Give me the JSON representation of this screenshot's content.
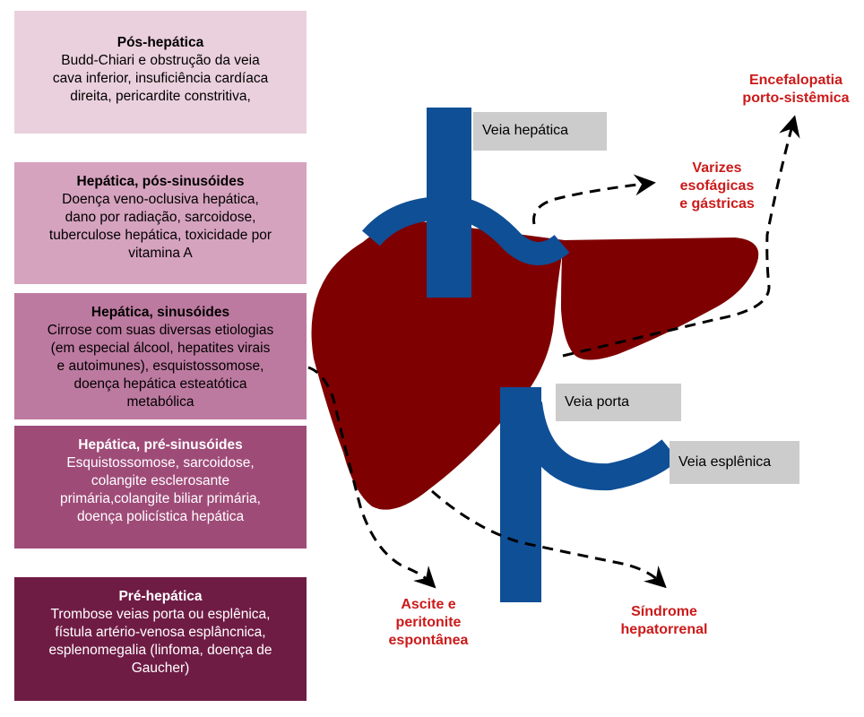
{
  "categories": [
    {
      "title": "Pós-hepática",
      "lines": [
        "Budd-Chiari e obstrução da veia",
        "cava inferior, insuficiência cardíaca",
        "direita, pericardite constritiva,"
      ]
    },
    {
      "title": "Hepática, pós-sinusóides",
      "lines": [
        "Doença veno-oclusiva hepática,",
        "dano por radiação, sarcoidose,",
        "tuberculose hepática, toxicidade por",
        "vitamina A"
      ]
    },
    {
      "title": "Hepática, sinusóides",
      "lines": [
        "Cirrose com suas diversas etiologias",
        "(em especial álcool, hepatites virais",
        "e autoimunes), esquistossomose,",
        "doença hepática esteatótica",
        "metabólica"
      ]
    },
    {
      "title": "Hepática, pré-sinusóides",
      "lines": [
        "Esquistossomose, sarcoidose,",
        "colangite esclerosante",
        "primária,colangite biliar primária,",
        "doença policística hepática"
      ]
    },
    {
      "title": "Pré-hepática",
      "lines": [
        "Trombose veias porta ou esplênica,",
        "fístula artério-venosa esplâncnica,",
        "esplenomegalia (linfoma, doença de",
        "Gaucher)"
      ]
    }
  ],
  "vessels": {
    "hepatic": "Veia hepática",
    "portal": "Veia porta",
    "splenic": "Veia esplênica"
  },
  "complications": {
    "encephalopathy": [
      "Encefalopatia",
      "porto-sistêmica"
    ],
    "varices": [
      "Varizes",
      "esofágicas",
      "e gástricas"
    ],
    "ascites": [
      "Ascite e",
      "peritonite",
      "espontânea"
    ],
    "hepatorenal": [
      "Síndrome",
      "hepatorrenal"
    ]
  },
  "colors": {
    "liver": "#7f0000",
    "vessel": "#0f4f96",
    "complication_text": "#cc1a1a",
    "label_bg": "#cccccc"
  }
}
